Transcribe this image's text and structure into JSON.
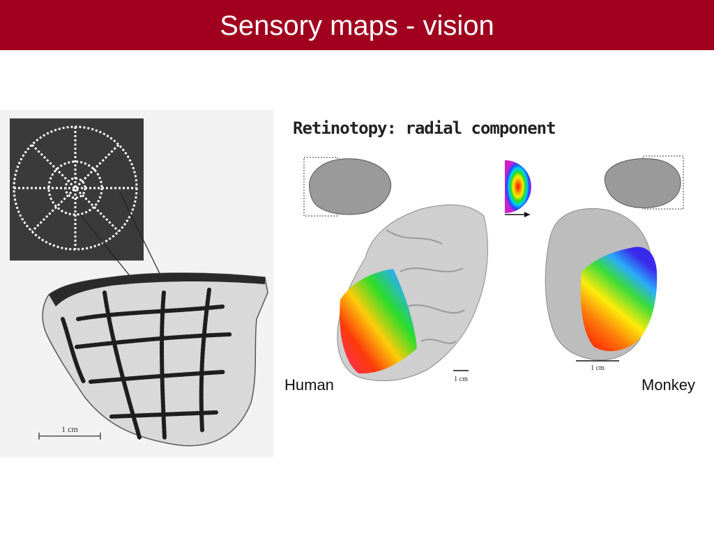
{
  "slide": {
    "title": "Sensory maps - vision"
  },
  "left_figure": {
    "scale_label": "1 cm"
  },
  "right_figure": {
    "heading": "Retinotopy: radial component",
    "human_label": "Human",
    "monkey_label": "Monkey",
    "human_scale_label": "1 cm",
    "monkey_scale_label": "1 cm"
  }
}
